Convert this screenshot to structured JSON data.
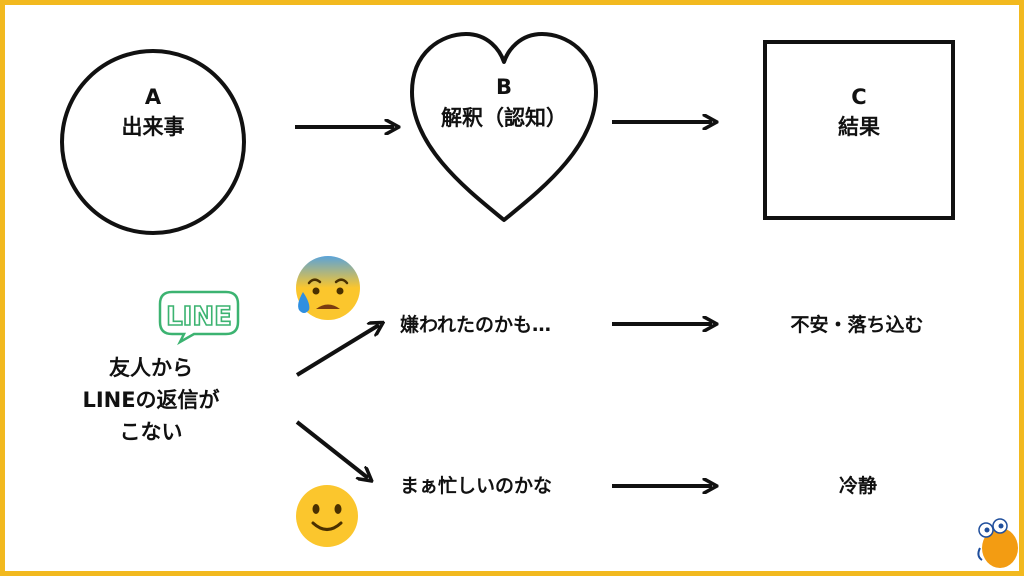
{
  "colors": {
    "frame": "#f2b91f",
    "stroke": "#111111",
    "line_logo": "#3cb371",
    "emoji_face": "#fbc62d",
    "emoji_top": "#5aa3d9",
    "mascot": "#f39c12"
  },
  "stages": {
    "a": {
      "letter": "A",
      "label": "出来事"
    },
    "b": {
      "letter": "B",
      "label": "解釈（認知）"
    },
    "c": {
      "letter": "C",
      "label": "結果"
    }
  },
  "event": {
    "logo": "LINE",
    "line1": "友人から",
    "line2": "LINEの返信が",
    "line3": "こない"
  },
  "paths": {
    "negative": {
      "icon": "anxious-sweat-emoji",
      "interpretation": "嫌われたのかも…",
      "result": "不安・落ち込む"
    },
    "positive": {
      "icon": "smiling-emoji",
      "interpretation": "まぁ忙しいのかな",
      "result": "冷静"
    }
  },
  "mascot_icon": "mascot-character-icon"
}
